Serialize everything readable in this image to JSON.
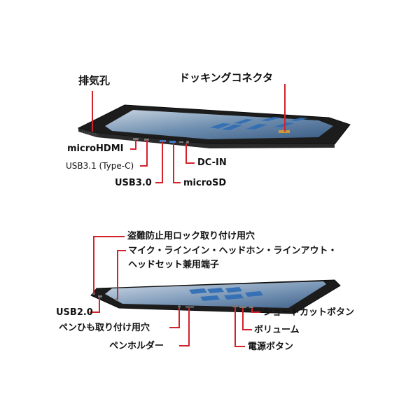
{
  "top": {
    "labels": {
      "vent": "排気孔",
      "docking": "ドッキングコネクタ",
      "microhdmi": "microHDMI",
      "usb31": "USB3.1 (Type-C)",
      "dcin": "DC-IN",
      "usb30": "USB3.0",
      "microsd": "microSD"
    }
  },
  "bottom": {
    "labels": {
      "lock": "盗難防止用ロック取り付け用穴",
      "jack_line1": "マイク・ラインイン・ヘッドホン・ラインアウト・",
      "jack_line2": "ヘッドセット兼用端子",
      "usb20": "USB2.0",
      "pen_hole": "ペンひも取り付け用穴",
      "pen_holder": "ペンホルダー",
      "shortcut": "ショートカットボタン",
      "volume": "ボリューム",
      "power": "電源ボタン"
    }
  },
  "colors": {
    "leader": "#d2232a",
    "bezel": "#1c1c1c",
    "screen_top": "#9fb4c8",
    "screen_mid": "#4e6f95",
    "tile_blue": "#2f6db5",
    "text": "#111111"
  }
}
